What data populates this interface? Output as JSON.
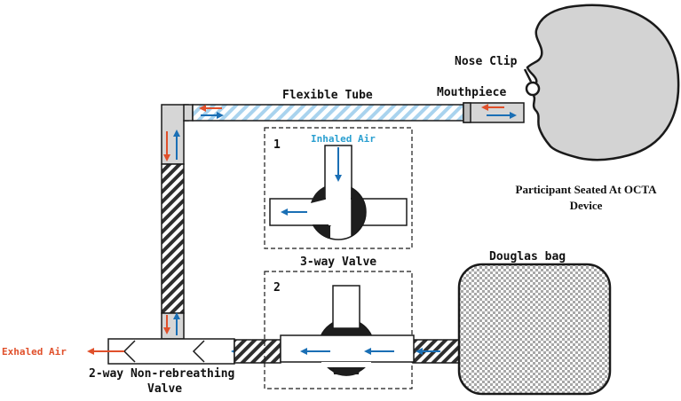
{
  "labels": {
    "nose_clip": "Nose Clip",
    "mouthpiece": "Mouthpiece",
    "flexible_tube": "Flexible Tube",
    "participant_line1": "Participant Seated At OCTA",
    "participant_line2": "Device",
    "panel1_number": "1",
    "inhaled_air": "Inhaled Air",
    "three_way_valve": "3-way Valve",
    "panel2_number": "2",
    "douglas_bag": "Douglas bag",
    "exhaled_air": "Exhaled Air",
    "two_way_line1": "2-way Non-rebreathing",
    "two_way_line2": "Valve"
  },
  "colors": {
    "inhale_arrow": "#1a6fb5",
    "exhale_arrow": "#e0502b",
    "inhaled_text": "#2a9fd0",
    "exhaled_text": "#e0502b",
    "tube_stripe": "#a9d3ee",
    "outline": "#222222",
    "valve_dark": "#1e1e1e"
  }
}
